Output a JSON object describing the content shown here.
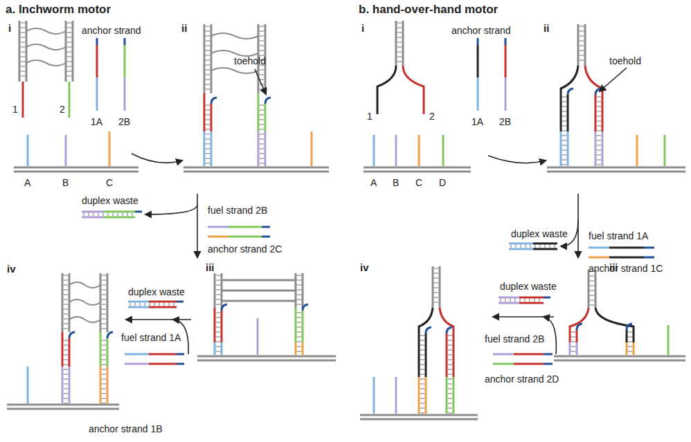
{
  "diagram": {
    "labels": [
      "a. Inchworm motor",
      "i",
      "anchor strand",
      "ii",
      "1",
      "2",
      "1A",
      "2B",
      "toehold",
      "A",
      "B",
      "C",
      "duplex waste",
      "fuel strand 2B",
      "anchor strand 2C",
      "iv",
      "iii",
      "duplex waste",
      "fuel strand 1A",
      "anchor strand 1B",
      "b. hand-over-hand motor",
      "i",
      "anchor strand",
      "ii",
      "1",
      "2",
      "1A",
      "2B",
      "toehold",
      "A",
      "B",
      "C",
      "D",
      "duplex waste",
      "fuel strand 1A",
      "anchor strand 1C",
      "iv",
      "iii",
      "duplex waste",
      "fuel strand 2B",
      "anchor strand 2D"
    ]
  }
}
